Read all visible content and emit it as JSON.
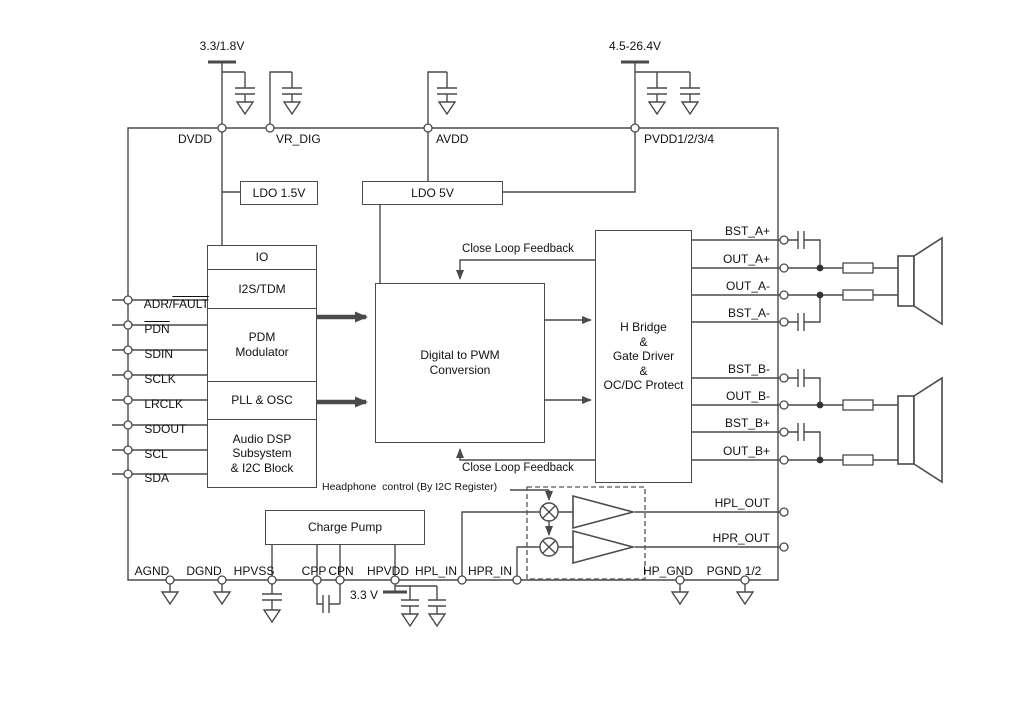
{
  "colors": {
    "line": "#4a4a4a",
    "text": "#111111",
    "background": "#ffffff"
  },
  "supplies": {
    "digital": "3.3/1.8V",
    "pvdd": "4.5-26.4V",
    "hp": "3.3 V"
  },
  "rails": {
    "dvdd": "DVDD",
    "vr_dig": "VR_DIG",
    "avdd": "AVDD",
    "pvdd": "PVDD1/2/3/4"
  },
  "blocks": {
    "ldo15": "LDO 1.5V",
    "ldo5": "LDO 5V",
    "io": "IO",
    "i2s_tdm": "I2S/TDM",
    "pdm": "PDM\nModulator",
    "pll": "PLL & OSC",
    "dsp": "Audio DSP\nSubsystem\n& I2C Block",
    "pwm": "Digital to PWM\nConversion",
    "hbridge": "H Bridge\n&\nGate Driver\n&\nOC/DC Protect",
    "charge_pump": "Charge Pump"
  },
  "feedback": {
    "top": "Close Loop Feedback",
    "bottom": "Close Loop Feedback"
  },
  "headphone_note": "Headphone  control (By I2C Register)",
  "left_pins": [
    {
      "pre": "ADR/",
      "over": "FAULT"
    },
    {
      "pre": "",
      "over": "PDN"
    },
    {
      "pre": "SDIN",
      "over": ""
    },
    {
      "pre": "SCLK",
      "over": ""
    },
    {
      "pre": "LRCLK",
      "over": ""
    },
    {
      "pre": "SDOUT",
      "over": ""
    },
    {
      "pre": "SCL",
      "over": ""
    },
    {
      "pre": "SDA",
      "over": ""
    }
  ],
  "right_pins": [
    "BST_A+",
    "OUT_A+",
    "OUT_A-",
    "BST_A-",
    "BST_B-",
    "OUT_B-",
    "BST_B+",
    "OUT_B+"
  ],
  "hp_outputs": [
    "HPL_OUT",
    "HPR_OUT"
  ],
  "bottom_pins": [
    "AGND",
    "DGND",
    "HPVSS",
    "CPP",
    "CPN",
    "HPVDD",
    "HPL_IN",
    "HPR_IN",
    "HP_GND",
    "PGND 1/2"
  ]
}
